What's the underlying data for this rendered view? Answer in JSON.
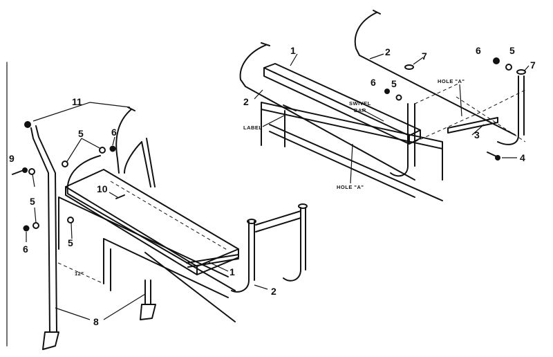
{
  "callouts": {
    "c1_upper": "1",
    "c2_upper_left": "2",
    "c2_upper_right": "2",
    "c3": "3",
    "c4": "4",
    "c5_upper_mid": "5",
    "c5_upper_right": "5",
    "c6_upper_mid": "6",
    "c6_upper_right": "6",
    "c7_upper_mid": "7",
    "c7_upper_right": "7",
    "c11": "11",
    "c5_lower_top": "5",
    "c6_lower_top": "6",
    "c9": "9",
    "c5_lower_left": "5",
    "c5_lower_mid": "5",
    "c6_lower_left": "6",
    "c10": "10",
    "c1_lower": "1",
    "c2_lower": "2",
    "c8": "8"
  },
  "labels": {
    "swivel_bar_line1": "SWIVEL",
    "swivel_bar_line2": "BAR",
    "label": "LABEL",
    "hole_a_upper": "HOLE \"A\"",
    "hole_a_lower": "HOLE \"A\"",
    "dimension": "12\""
  }
}
